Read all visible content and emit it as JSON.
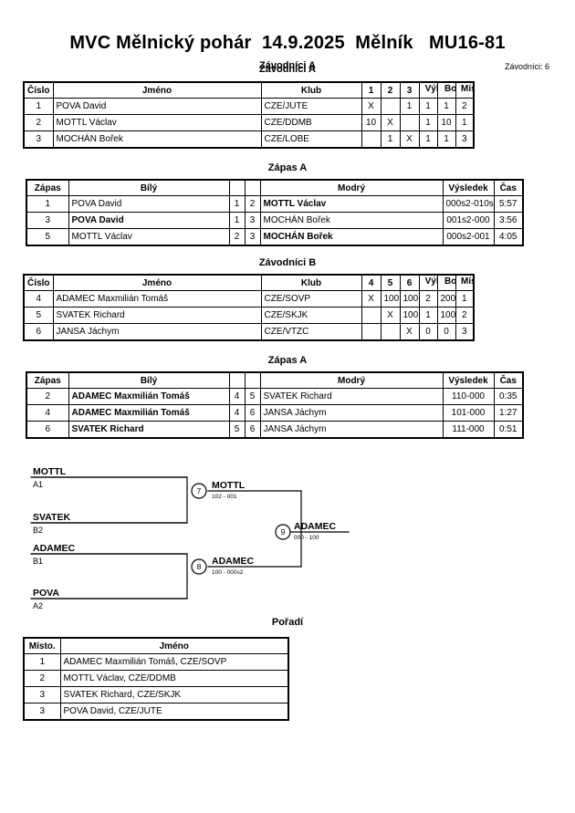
{
  "header": {
    "title": "MVC Mělnický pohár  14.9.2025  Mělník   MU16-81",
    "subtitle": "Závodníci A",
    "competitors_label": "Závodníci: 6"
  },
  "captions": {
    "group_a": "Závodníci A",
    "match_a1": "Zápas A",
    "group_b": "Závodníci B",
    "match_a2": "Zápas A",
    "ranking": "Pořadí"
  },
  "group_table_headers": {
    "number": "Číslo",
    "name": "Jméno",
    "club": "Klub",
    "wins": "Výhra",
    "points": "Body",
    "place": "Místo."
  },
  "group_a": {
    "opponent_columns": [
      "1",
      "2",
      "3"
    ],
    "rows": [
      {
        "number": "1",
        "name": "POVA David",
        "club": "CZE/JUTE",
        "scores": [
          "X",
          "",
          "1"
        ],
        "wins": "1",
        "points": "1",
        "place": "2"
      },
      {
        "number": "2",
        "name": "MOTTL Václav",
        "club": "CZE/DDMB",
        "scores": [
          "10",
          "X",
          ""
        ],
        "wins": "1",
        "points": "10",
        "place": "1"
      },
      {
        "number": "3",
        "name": "MOCHÁN Bořek",
        "club": "CZE/LOBE",
        "scores": [
          "",
          "1",
          "X"
        ],
        "wins": "1",
        "points": "1",
        "place": "3"
      }
    ]
  },
  "group_b": {
    "opponent_columns": [
      "4",
      "5",
      "6"
    ],
    "rows": [
      {
        "number": "4",
        "name": "ADAMEC Maxmilián Tomáš",
        "club": "CZE/SOVP",
        "scores": [
          "X",
          "100",
          "100"
        ],
        "wins": "2",
        "points": "200",
        "place": "1"
      },
      {
        "number": "5",
        "name": "SVATEK Richard",
        "club": "CZE/SKJK",
        "scores": [
          "",
          "X",
          "100"
        ],
        "wins": "1",
        "points": "100",
        "place": "2"
      },
      {
        "number": "6",
        "name": "JANSA Jáchym",
        "club": "CZE/VTZC",
        "scores": [
          "",
          "",
          "X"
        ],
        "wins": "0",
        "points": "0",
        "place": "3"
      }
    ]
  },
  "match_table_headers": {
    "match": "Zápas",
    "white": "Bílý",
    "blue": "Modrý",
    "result": "Výsledek",
    "time": "Čas"
  },
  "match_a1": {
    "rows": [
      {
        "match": "1",
        "white": "POVA David",
        "white_no": "1",
        "blue_no": "2",
        "blue": "MOTTL Václav",
        "winner": "blue",
        "result": "000s2-010s2",
        "time": "5:57"
      },
      {
        "match": "3",
        "white": "POVA David",
        "white_no": "1",
        "blue_no": "3",
        "blue": "MOCHÁN Bořek",
        "winner": "white",
        "result": "001s2-000",
        "time": "3:56"
      },
      {
        "match": "5",
        "white": "MOTTL Václav",
        "white_no": "2",
        "blue_no": "3",
        "blue": "MOCHÁN Bořek",
        "winner": "blue",
        "result": "000s2-001",
        "time": "4:05"
      }
    ]
  },
  "match_a2": {
    "rows": [
      {
        "match": "2",
        "white": "ADAMEC Maxmilián Tomáš",
        "white_no": "4",
        "blue_no": "5",
        "blue": "SVATEK Richard",
        "winner": "white",
        "result": "110-000",
        "time": "0:35"
      },
      {
        "match": "4",
        "white": "ADAMEC Maxmilián Tomáš",
        "white_no": "4",
        "blue_no": "6",
        "blue": "JANSA Jáchym",
        "winner": "white",
        "result": "101-000",
        "time": "1:27"
      },
      {
        "match": "6",
        "white": "SVATEK Richard",
        "white_no": "5",
        "blue_no": "6",
        "blue": "JANSA Jáchym",
        "winner": "white",
        "result": "111-000",
        "time": "0:51"
      }
    ]
  },
  "bracket": {
    "entrants": [
      {
        "name": "MOTTL",
        "seed": "A1"
      },
      {
        "name": "SVATEK",
        "seed": "B2"
      },
      {
        "name": "ADAMEC",
        "seed": "B1"
      },
      {
        "name": "POVA",
        "seed": "A2"
      }
    ],
    "matches": [
      {
        "number": "7",
        "winner": "MOTTL",
        "score": "102 - 001"
      },
      {
        "number": "8",
        "winner": "ADAMEC",
        "score": "100 - 000s2"
      },
      {
        "number": "9",
        "winner": "ADAMEC",
        "score": "000 - 100"
      }
    ]
  },
  "ranking": {
    "headers": {
      "place": "Místo.",
      "name": "Jméno"
    },
    "rows": [
      {
        "place": "1",
        "name": "ADAMEC Maxmilián Tomáš, CZE/SOVP"
      },
      {
        "place": "2",
        "name": "MOTTL Václav, CZE/DDMB"
      },
      {
        "place": "3",
        "name": "SVATEK Richard, CZE/SKJK"
      },
      {
        "place": "3",
        "name": "POVA David, CZE/JUTE"
      }
    ]
  }
}
